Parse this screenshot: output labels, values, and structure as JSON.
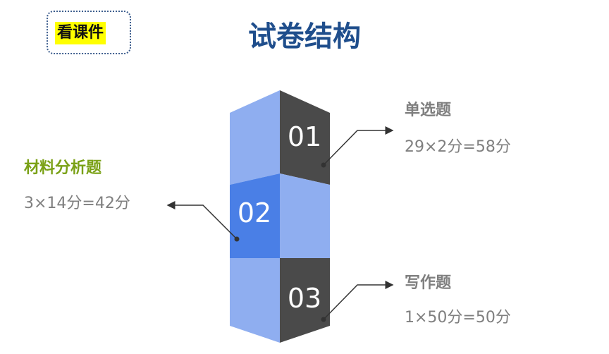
{
  "badge": {
    "label": "看课件"
  },
  "title": "试卷结构",
  "blocks": [
    {
      "number": "01"
    },
    {
      "number": "02"
    },
    {
      "number": "03"
    }
  ],
  "callouts": {
    "single_choice": {
      "title": "单选题",
      "value": "29×2分=58分"
    },
    "material_analysis": {
      "title": "材料分析题",
      "value": "3×14分=42分"
    },
    "writing": {
      "title": "写作题",
      "value": "1×50分=50分"
    }
  },
  "colors": {
    "accent_title": "#1f4e8c",
    "accent_green": "#7aa116",
    "block_dark": "#4a4a4a",
    "block_light": "#8faef0",
    "block_bright": "#4a7fe6",
    "callout_title_gray": "#7f7f7f"
  }
}
